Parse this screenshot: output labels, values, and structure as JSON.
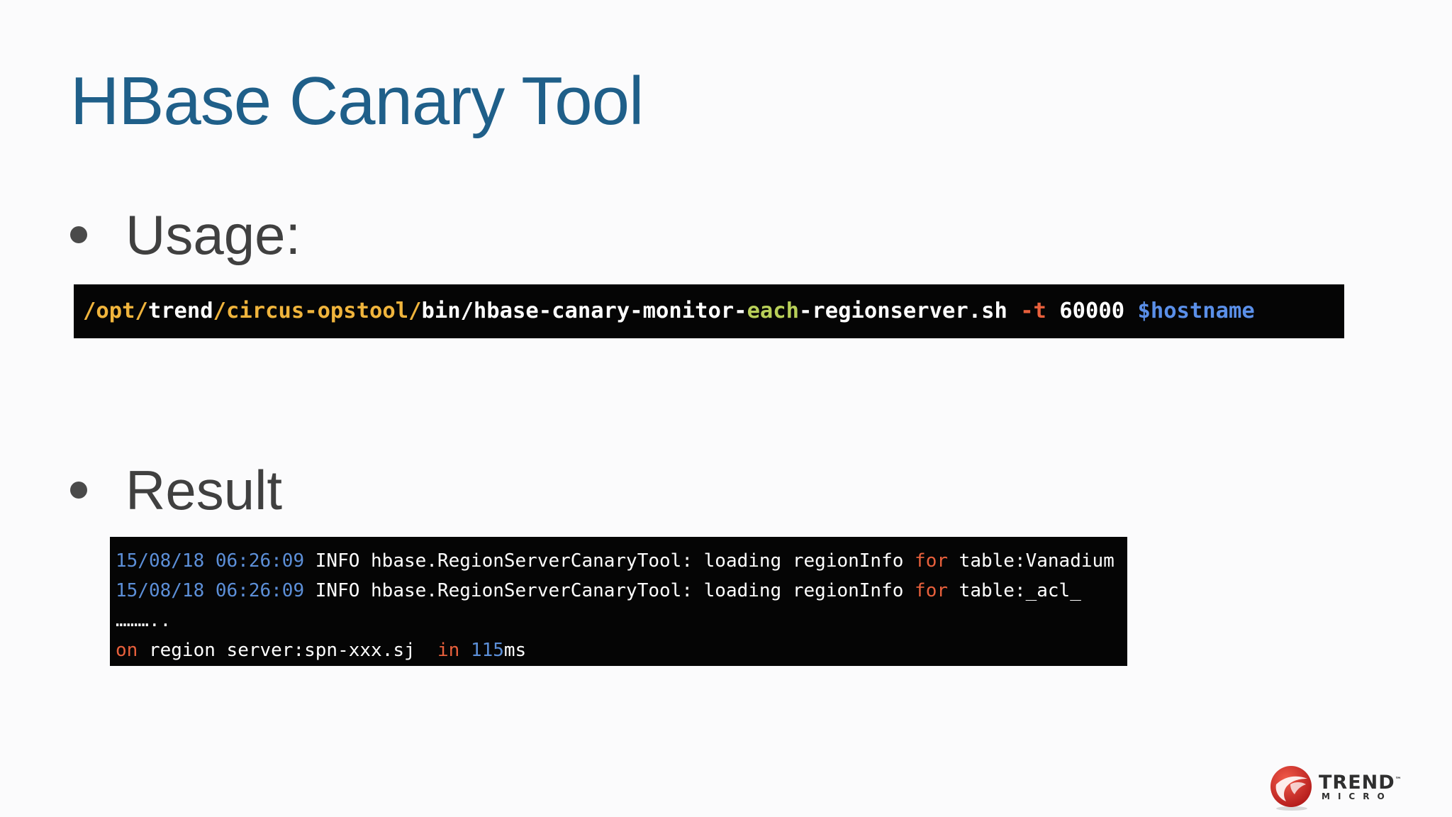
{
  "slide": {
    "title": "HBase Canary Tool"
  },
  "bullets": [
    {
      "label": "Usage:"
    },
    {
      "label": "Result"
    }
  ],
  "usage_command": {
    "segments": [
      {
        "text": "/opt/",
        "color": "#f0b43c"
      },
      {
        "text": "trend",
        "color": "#ffffff"
      },
      {
        "text": "/",
        "color": "#f0b43c"
      },
      {
        "text": "circus-opstool",
        "color": "#f0b43c"
      },
      {
        "text": "/",
        "color": "#f0b43c"
      },
      {
        "text": "bin/hbase-canary-monitor-",
        "color": "#ffffff"
      },
      {
        "text": "each",
        "color": "#b8cf58"
      },
      {
        "text": "-regionserver.sh ",
        "color": "#ffffff"
      },
      {
        "text": "-t ",
        "color": "#e8603c"
      },
      {
        "text": "60000 ",
        "color": "#ffffff"
      },
      {
        "text": "$hostname",
        "color": "#5a8fe8"
      }
    ]
  },
  "result_output": {
    "lines": [
      [
        {
          "text": "15/08/18 06:26:09 ",
          "color": "#5c8fd8"
        },
        {
          "text": "INFO hbase.RegionServerCanaryTool: loading regionInfo ",
          "color": "#ffffff"
        },
        {
          "text": "for ",
          "color": "#e8603c"
        },
        {
          "text": "table:Vanadium",
          "color": "#ffffff"
        }
      ],
      [
        {
          "text": "15/08/18 06:26:09 ",
          "color": "#5c8fd8"
        },
        {
          "text": "INFO hbase.RegionServerCanaryTool: loading regionInfo ",
          "color": "#ffffff"
        },
        {
          "text": "for ",
          "color": "#e8603c"
        },
        {
          "text": "table:_acl_",
          "color": "#ffffff"
        }
      ],
      [
        {
          "text": "………..",
          "color": "#ffffff"
        }
      ],
      [
        {
          "text": "on ",
          "color": "#e8603c"
        },
        {
          "text": "region server:spn-xxx.sj  ",
          "color": "#ffffff"
        },
        {
          "text": "in ",
          "color": "#e8603c"
        },
        {
          "text": "115",
          "color": "#5c8fd8"
        },
        {
          "text": "ms",
          "color": "#ffffff"
        }
      ]
    ]
  },
  "logo": {
    "brand": "TREND",
    "sub": "MICRO",
    "trademark": "™",
    "colors": {
      "ball_light": "#f15a4a",
      "ball_dark": "#b01818",
      "text": "#2f2f2f"
    }
  }
}
